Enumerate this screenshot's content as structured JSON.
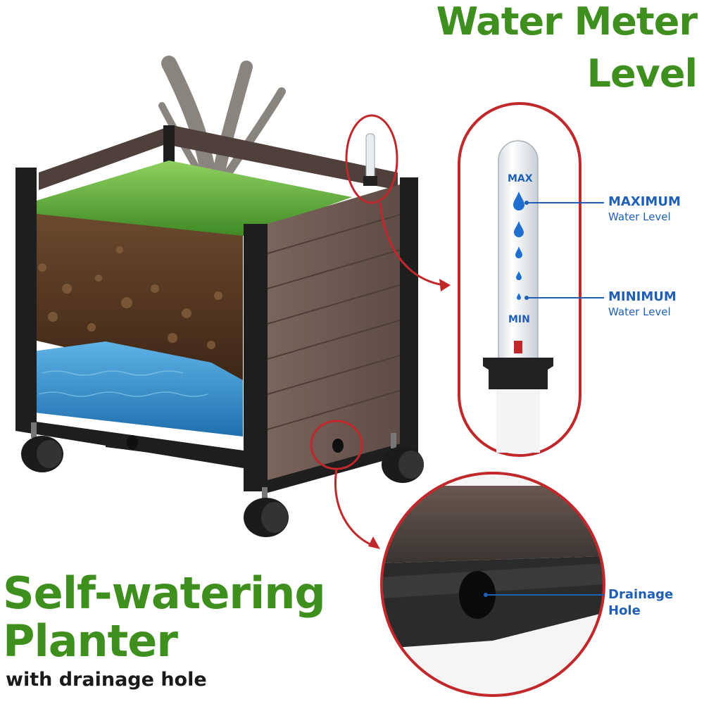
{
  "headline": {
    "water_meter": "Water Meter",
    "level": "Level",
    "self_watering": "Self-watering",
    "planter": "Planter",
    "subtitle": "with drainage hole"
  },
  "tube": {
    "max_label": "MAX",
    "min_label": "MIN"
  },
  "callouts": {
    "maximum": {
      "strong": "MAXIMUM",
      "light": "Water Level"
    },
    "minimum": {
      "strong": "MINIMUM",
      "light": "Water Level"
    },
    "drainage": {
      "line1": "Drainage",
      "line2": "Hole"
    }
  },
  "colors": {
    "headline_green": "#3f8f1f",
    "callout_blue": "#1f5fb4",
    "accent_red": "#c0282b",
    "planter_brown": "#6e5a52",
    "frame_black": "#1e1e1e",
    "grass": "#5aa83a",
    "soil": "#5b3b24",
    "water": "#2f86c6"
  }
}
